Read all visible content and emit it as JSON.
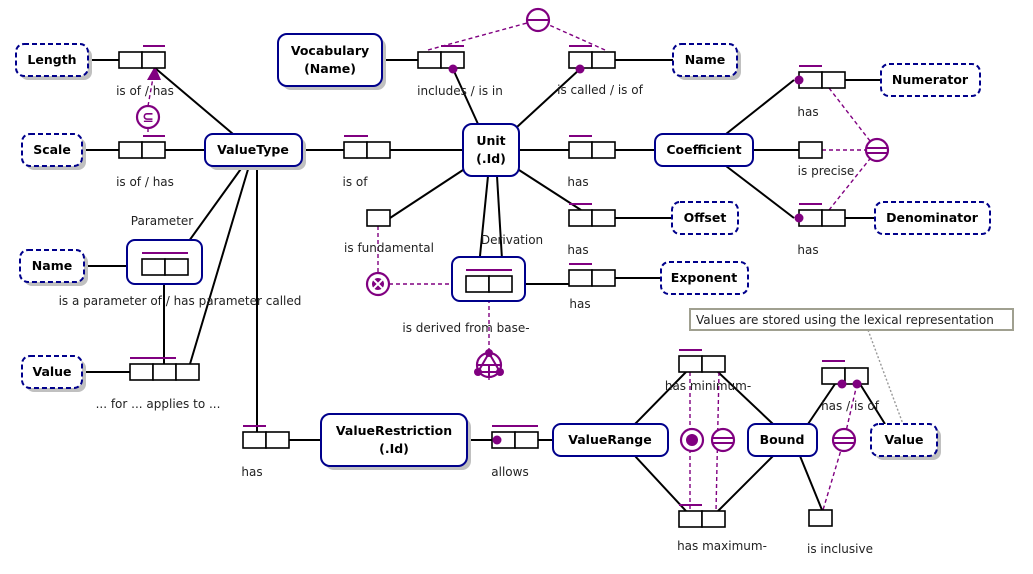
{
  "colors": {
    "entity_border": "#00008b",
    "constraint": "#800080",
    "line": "#000000"
  },
  "entities": {
    "length": "Length",
    "scale": "Scale",
    "value_type": "ValueType",
    "vocabulary_1": "Vocabulary",
    "vocabulary_2": "(Name)",
    "unit_1": "Unit",
    "unit_2": "(.Id)",
    "name_top": "Name",
    "coefficient": "Coefficient",
    "numerator": "Numerator",
    "denominator": "Denominator",
    "offset": "Offset",
    "exponent": "Exponent",
    "name_left": "Name",
    "value_left": "Value",
    "value_restriction_1": "ValueRestriction",
    "value_restriction_2": "(.Id)",
    "value_range": "ValueRange",
    "bound": "Bound",
    "value_right": "Value"
  },
  "facts": {
    "length_is_of": "is of / has",
    "scale_is_of": "is of / has",
    "vt_unit_is_of": "is of",
    "includes": "includes / is in",
    "is_called": "is called / is of",
    "unit_coefficient": "has",
    "unit_offset": "has",
    "derivation_exponent": "has",
    "numerator_has": "has",
    "is_precise": "is precise",
    "denominator_has": "has",
    "is_fundamental": "is fundamental",
    "derivation": "Derivation",
    "derived_from": "is derived from base-",
    "parameter": "Parameter",
    "parameter_reading": "is a parameter of / has parameter called",
    "ternary": "... for ... applies to ...",
    "vt_has_restriction": "has",
    "allows": "allows",
    "has_minimum": "has minimum-",
    "has_maximum": "has maximum-",
    "bound_value": "has / is of",
    "is_inclusive": "is inclusive"
  },
  "constraint_symbols": {
    "subset": "⊆"
  },
  "note": "Values are stored using the lexical representation"
}
